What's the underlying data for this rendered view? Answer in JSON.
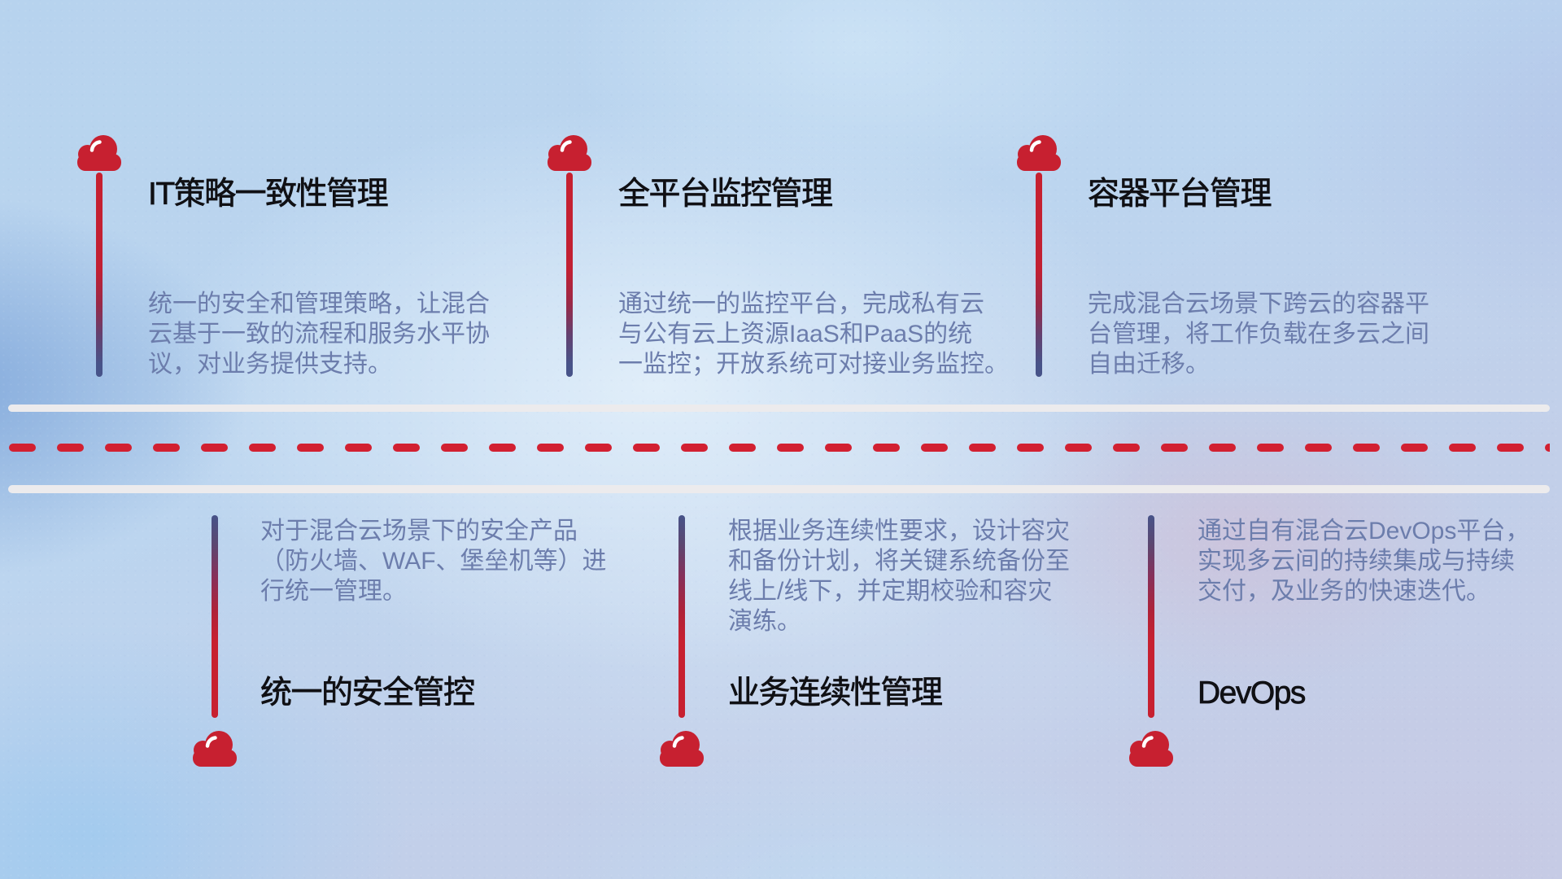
{
  "diagram": {
    "top_items": [
      {
        "title": "IT策略一致性管理",
        "body": "统一的安全和管理策略，让混合\n云基于一致的流程和服务水平协\n议，对业务提供支持。"
      },
      {
        "title": "全平台监控管理",
        "body": "通过统一的监控平台，完成私有云\n与公有云上资源IaaS和PaaS的统\n一监控；开放系统可对接业务监控。"
      },
      {
        "title": "容器平台管理",
        "body": "完成混合云场景下跨云的容器平\n台管理，将工作负载在多云之间\n自由迁移。"
      }
    ],
    "bottom_items": [
      {
        "title": "统一的安全管控",
        "body": "对于混合云场景下的安全产品\n（防火墙、WAF、堡垒机等）进\n行统一管理。"
      },
      {
        "title": "业务连续性管理",
        "body": "根据业务连续性要求，设计容灾\n和备份计划，将关键系统备份至\n线上/线下，并定期校验和容灾\n演练。"
      },
      {
        "title": "DevOps",
        "body": "通过自有混合云DevOps平台，\n实现多云间的持续集成与持续\n交付，及业务的快速迭代。"
      }
    ],
    "colors": {
      "accent_red": "#c72030",
      "stem_blue": "#475389",
      "title_text": "#101014",
      "body_text": "#6c7dac",
      "road_white": "#ecebed"
    }
  }
}
